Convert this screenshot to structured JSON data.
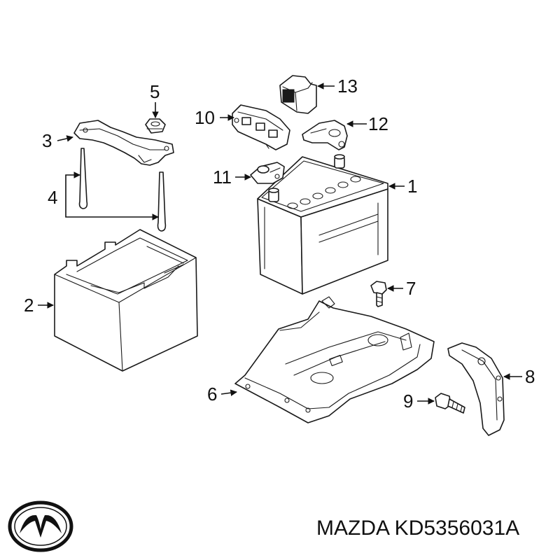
{
  "caption": "MAZDA KD5356031A",
  "brand_logo": "mazda-logo",
  "callouts": {
    "c1": "1",
    "c2": "2",
    "c3": "3",
    "c4": "4",
    "c5": "5",
    "c6": "6",
    "c7": "7",
    "c8": "8",
    "c9": "9",
    "c10": "10",
    "c11": "11",
    "c12": "12",
    "c13": "13"
  },
  "colors": {
    "line": "#1a1a1a",
    "background": "#ffffff"
  }
}
